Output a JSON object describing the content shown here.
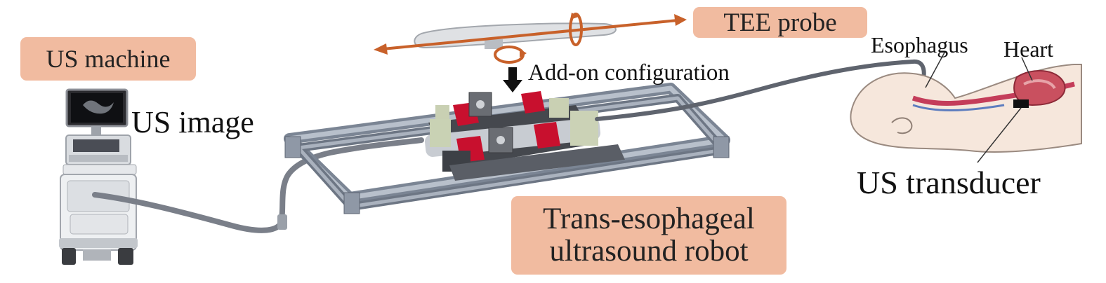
{
  "labels": {
    "us_machine": "US machine",
    "tee_probe": "TEE probe",
    "us_image": "US image",
    "add_on": "Add-on configuration",
    "esophagus": "Esophagus",
    "heart": "Heart",
    "us_transducer": "US transducer",
    "robot_line1": "Trans-esophageal",
    "robot_line2": "ultrasound robot"
  },
  "colors": {
    "tag_fill": "#f1bba0",
    "arrow": "#c8612a",
    "frame": "#8f98a6",
    "cable": "#6f7480",
    "motor_red": "#c8102e"
  }
}
